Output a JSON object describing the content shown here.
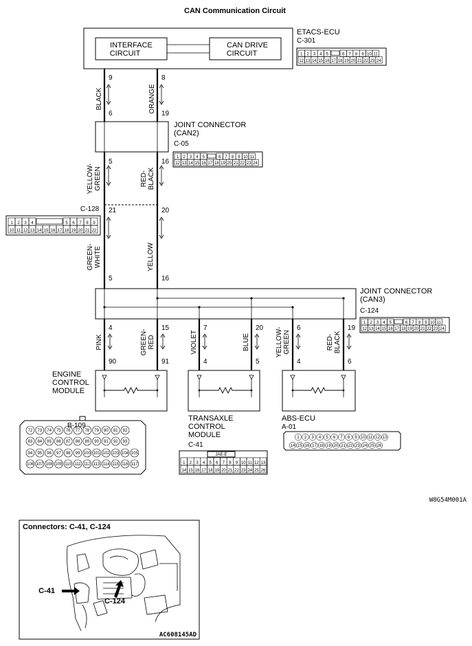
{
  "title": "CAN Communication Circuit",
  "etacs": {
    "name": "ETACS-ECU",
    "connector": "C-301",
    "interface_circuit": [
      "INTERFACE",
      "CIRCUIT"
    ],
    "can_drive_circuit": [
      "CAN DRIVE",
      "CIRCUIT"
    ],
    "pins_top": [
      "1",
      "2",
      "3",
      "4",
      "5",
      "6",
      "7",
      "8",
      "9",
      "10",
      "11"
    ],
    "pins_bottom": [
      "12",
      "13",
      "14",
      "15",
      "16",
      "17",
      "18",
      "19",
      "20",
      "21",
      "22",
      "23",
      "24"
    ]
  },
  "joint_can2": {
    "name": [
      "JOINT CONNECTOR",
      "(CAN2)"
    ],
    "connector": "C-05",
    "pins_top": [
      "1",
      "2",
      "3",
      "4",
      "5",
      "6",
      "7",
      "8",
      "9",
      "10",
      "11"
    ],
    "pins_bottom": [
      "12",
      "13",
      "14",
      "15",
      "16",
      "17",
      "18",
      "19",
      "20",
      "21",
      "22",
      "23",
      "24"
    ]
  },
  "c128": {
    "connector": "C-128",
    "pins_top": [
      "1",
      "2",
      "3",
      "4",
      "5",
      "6",
      "7",
      "8",
      "9"
    ],
    "pins_bottom": [
      "10",
      "11",
      "12",
      "13",
      "14",
      "15",
      "16",
      "17",
      "18",
      "19",
      "20",
      "21",
      "22"
    ]
  },
  "joint_can3": {
    "name": [
      "JOINT CONNECTOR",
      "(CAN3)"
    ],
    "connector": "C-124",
    "pins_top": [
      "1",
      "2",
      "3",
      "4",
      "5",
      "6",
      "7",
      "8",
      "9",
      "10",
      "11"
    ],
    "pins_bottom": [
      "12",
      "13",
      "14",
      "15",
      "16",
      "17",
      "18",
      "19",
      "20",
      "21",
      "22",
      "23",
      "24"
    ]
  },
  "wires": {
    "etacs_left_pin": "9",
    "etacs_right_pin": "8",
    "seg1_left_color": "BLACK",
    "seg1_right_color": "ORANGE",
    "can2_top_left": "6",
    "can2_top_right": "19",
    "can2_bot_left": "5",
    "can2_bot_right": "16",
    "seg2_left_color": [
      "YELLOW-",
      "GREEN"
    ],
    "seg2_right_color": [
      "RED-",
      "BLACK"
    ],
    "c128_left": "21",
    "c128_right": "20",
    "seg3_left_color": [
      "GREEN-",
      "WHITE"
    ],
    "seg3_right_color": "YELLOW",
    "can3_top_left": "5",
    "can3_top_right": "16",
    "can3_out_pins": [
      "4",
      "15",
      "7",
      "20",
      "6",
      "19"
    ],
    "out_colors": [
      [
        "PINK"
      ],
      [
        "GREEN-",
        "RED"
      ],
      [
        "VIOLET"
      ],
      [
        "BLUE"
      ],
      [
        "YELLOW-",
        "GREEN"
      ],
      [
        "RED-",
        "BLACK"
      ]
    ],
    "module_pins": [
      "90",
      "91",
      "4",
      "5",
      "4",
      "6"
    ]
  },
  "ecm": {
    "name": [
      "ENGINE",
      "CONTROL",
      "MODULE"
    ],
    "connector": "B-109",
    "row1": [
      "72",
      "73",
      "74",
      "75",
      "76",
      "77",
      "78",
      "79",
      "80",
      "81",
      "82"
    ],
    "row2": [
      "83",
      "84",
      "85",
      "86",
      "87",
      "88",
      "89",
      "90",
      "91",
      "92",
      "93"
    ],
    "row3": [
      "94",
      "95",
      "96",
      "97",
      "98",
      "99",
      "100",
      "101",
      "102",
      "103",
      "104",
      "105"
    ],
    "row4": [
      "106",
      "107",
      "108",
      "109",
      "110",
      "111",
      "112",
      "113",
      "114",
      "115",
      "116",
      "117"
    ]
  },
  "tcm": {
    "name": [
      "TRANSAXLE",
      "CONTROL",
      "MODULE"
    ],
    "connector": "C-41",
    "label": "JAE-E",
    "pins_top": [
      "1",
      "2",
      "3",
      "4",
      "5",
      "6",
      "7",
      "8",
      "9",
      "10",
      "11",
      "12",
      "13"
    ],
    "pins_bottom": [
      "14",
      "15",
      "16",
      "17",
      "18",
      "19",
      "20",
      "21",
      "22",
      "23",
      "24",
      "25",
      "26"
    ]
  },
  "abs": {
    "name": "ABS-ECU",
    "connector": "A-01",
    "row1": [
      "1",
      "2",
      "3",
      "4",
      "5",
      "6",
      "7",
      "8",
      "9",
      "10",
      "11",
      "12",
      "13"
    ],
    "row2": [
      "14",
      "15",
      "16",
      "17",
      "18",
      "19",
      "20",
      "21",
      "22",
      "23",
      "24",
      "25",
      "26"
    ]
  },
  "figure_id": "W8G54M001A",
  "inset": {
    "title": "Connectors: C-41, C-124",
    "label_c41": "C-41",
    "label_c124": "C-124",
    "figure_id": "AC608145AD"
  }
}
